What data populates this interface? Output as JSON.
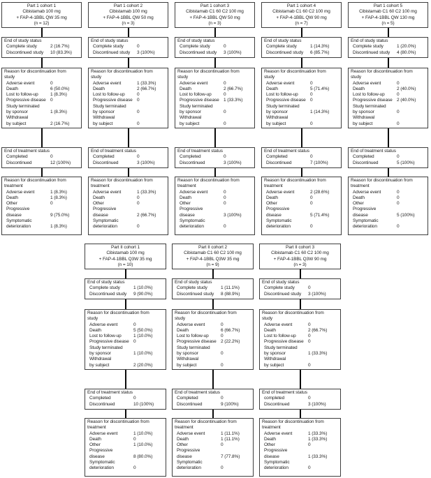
{
  "diagram": {
    "part1": {
      "cohorts": [
        {
          "header": [
            "Part 1 cohort 1",
            "Cibistamab 100 mg",
            "+ FAP-4-1BBL QW 35 mg",
            "(n = 12)"
          ],
          "end_of_study": {
            "title": "End of study status",
            "rows": [
              [
                "Complete study",
                "2 (16.7%)"
              ],
              [
                "Discontinued study",
                "10 (83.3%)"
              ]
            ]
          },
          "reason_study": {
            "title": "Reason for discontinuation from\nstudy",
            "rows": [
              [
                "Adverse event",
                "0"
              ],
              [
                "Death",
                "6 (50.0%)"
              ],
              [
                "Lost to follow-up",
                "1 (8.3%)"
              ],
              [
                "Progressive disease",
                "0"
              ],
              [
                "Study terminated",
                ""
              ],
              [
                "by sponsor",
                "1 (8.3%)"
              ],
              [
                "Withdrawal",
                ""
              ],
              [
                "by subject",
                "2 (16.7%)"
              ]
            ]
          },
          "end_of_treatment": {
            "title": "End of treatment status",
            "rows": [
              [
                "Completed",
                "0"
              ],
              [
                "Discontinued",
                "12 (100%)"
              ]
            ]
          },
          "reason_treatment": {
            "title": "Reason for discontinuation from\ntreatment",
            "rows": [
              [
                "Adverse event",
                "1 (8.3%)"
              ],
              [
                "Death",
                "1 (8.3%)"
              ],
              [
                "Other",
                "0"
              ],
              [
                "Progressive",
                ""
              ],
              [
                "disease",
                "9 (75.0%)"
              ],
              [
                "Symptomatic",
                ""
              ],
              [
                "deterioration",
                "1 (8.3%)"
              ]
            ]
          }
        },
        {
          "header": [
            "Part 1 cohort 2",
            "Cibistamab 100 mg",
            "+ FAP-4-1BBL QW 50 mg",
            "(n = 3)"
          ],
          "end_of_study": {
            "title": "End of study status",
            "rows": [
              [
                "Complete study",
                "0"
              ],
              [
                "Discontinued study",
                "3 (100%)"
              ]
            ]
          },
          "reason_study": {
            "title": "Reason for discontinuation from\nstudy",
            "rows": [
              [
                "Adverse event",
                "1 (33.3%)"
              ],
              [
                "Death",
                "2 (66.7%)"
              ],
              [
                "Lost to follow-up",
                "0"
              ],
              [
                "Progressive disease",
                "0"
              ],
              [
                "Study terminated",
                ""
              ],
              [
                "by sponsor",
                "0"
              ],
              [
                "Withdrawal",
                ""
              ],
              [
                "by subject",
                "0"
              ]
            ]
          },
          "end_of_treatment": {
            "title": "End of treatment status",
            "rows": [
              [
                "Completed",
                "0"
              ],
              [
                "Discontinued",
                "3 (100%)"
              ]
            ]
          },
          "reason_treatment": {
            "title": "Reason for discontinuation from\ntreatment",
            "rows": [
              [
                "Adverse event",
                "1 (33.3%)"
              ],
              [
                "Death",
                "0"
              ],
              [
                "Other",
                "0"
              ],
              [
                "Progressive",
                ""
              ],
              [
                "disease",
                "2 (66.7%)"
              ],
              [
                "Symptomatic",
                ""
              ],
              [
                "deterioration",
                "0"
              ]
            ]
          }
        },
        {
          "header": [
            "Part 1 cohort 3",
            "Cibistamab C1 60 C2 100 mg",
            "+ FAP-4-1BBL QW 50 mg",
            "(n = 3)"
          ],
          "end_of_study": {
            "title": "End of study status",
            "rows": [
              [
                "Complete study",
                "0"
              ],
              [
                "Discontinued study",
                "3 (100%)"
              ]
            ]
          },
          "reason_study": {
            "title": "Reason for discontinuation from\nstudy",
            "rows": [
              [
                "Adverse event",
                "0"
              ],
              [
                "Death",
                "2 (66.7%)"
              ],
              [
                "Lost to follow-up",
                "0"
              ],
              [
                "Progressive disease",
                "1 (33.3%)"
              ],
              [
                "Study terminated",
                ""
              ],
              [
                "by sponsor",
                "0"
              ],
              [
                "Withdrawal",
                ""
              ],
              [
                "by subject",
                "0"
              ]
            ]
          },
          "end_of_treatment": {
            "title": "End of treatment status",
            "rows": [
              [
                "Completed",
                "0"
              ],
              [
                "Discontinued",
                "3 (100%)"
              ]
            ]
          },
          "reason_treatment": {
            "title": "Reason for discontinuation from\ntreatment",
            "rows": [
              [
                "Adverse event",
                "0"
              ],
              [
                "Death",
                "0"
              ],
              [
                "Other",
                "0"
              ],
              [
                "Progressive",
                ""
              ],
              [
                "disease",
                "3 (100%)"
              ],
              [
                "Symptomatic",
                ""
              ],
              [
                "deterioration",
                "0"
              ]
            ]
          }
        },
        {
          "header": [
            "Part 1 cohort 4",
            "Cibistamab C1 60 C2 100 mg",
            "+ FAP-4-1BBL QW 90 mg",
            "(n = 7)"
          ],
          "end_of_study": {
            "title": "End of study status",
            "rows": [
              [
                "Complete study",
                "1 (14.3%)"
              ],
              [
                "Discontinued study",
                "6 (85.7%)"
              ]
            ]
          },
          "reason_study": {
            "title": "Reason for discontinuation from\nstudy",
            "rows": [
              [
                "Adverse event",
                "0"
              ],
              [
                "Death",
                "5 (71.4%)"
              ],
              [
                "Lost to follow-up",
                "0"
              ],
              [
                "Progressive disease",
                "0"
              ],
              [
                "Study terminated",
                ""
              ],
              [
                "by sponsor",
                "1 (14.3%)"
              ],
              [
                "Withdrawal",
                ""
              ],
              [
                "by subject",
                "0"
              ]
            ]
          },
          "end_of_treatment": {
            "title": "End of treatment status",
            "rows": [
              [
                "Completed",
                "0"
              ],
              [
                "Discontinued",
                "7 (100%)"
              ]
            ]
          },
          "reason_treatment": {
            "title": "Reason for discontinuation from\ntreatment",
            "rows": [
              [
                "Adverse event",
                "2 (28.6%)"
              ],
              [
                "Death",
                "0"
              ],
              [
                "Other",
                "0"
              ],
              [
                "Progressive",
                ""
              ],
              [
                "disease",
                "5 (71.4%)"
              ],
              [
                "Symptomatic",
                ""
              ],
              [
                "deterioration",
                "0"
              ]
            ]
          }
        },
        {
          "header": [
            "Part 1 cohort 5",
            "Cibistamab C1 60 C2 100 mg",
            "+ FAP-4-1BBL QW 130 mg",
            "(n = 5)"
          ],
          "end_of_study": {
            "title": "End of study status",
            "rows": [
              [
                "Complete study",
                "1 (20.0%)"
              ],
              [
                "Discontinued study",
                "4 (80.0%)"
              ]
            ]
          },
          "reason_study": {
            "title": "Reason for discontinuation from\nstudy",
            "rows": [
              [
                "Adverse event",
                "0"
              ],
              [
                "Death",
                "2 (40.0%)"
              ],
              [
                "Lost to follow-up",
                "0"
              ],
              [
                "Progressive disease",
                "2 (40.0%)"
              ],
              [
                "Study terminated",
                ""
              ],
              [
                "by sponsor",
                "0"
              ],
              [
                "Withdrawal",
                ""
              ],
              [
                "by subject",
                "0"
              ]
            ]
          },
          "end_of_treatment": {
            "title": "End of treatment status",
            "rows": [
              [
                "Completed",
                "0"
              ],
              [
                "Discontinued",
                "5 (100%)"
              ]
            ]
          },
          "reason_treatment": {
            "title": "Reason for discontinuation from\ntreatment",
            "rows": [
              [
                "Adverse event",
                "0"
              ],
              [
                "Death",
                "0"
              ],
              [
                "Other",
                "0"
              ],
              [
                "Progressive",
                ""
              ],
              [
                "disease",
                "5 (100%)"
              ],
              [
                "Symptomatic",
                ""
              ],
              [
                "deterioration",
                "0"
              ]
            ]
          }
        }
      ]
    },
    "part2": {
      "cohorts": [
        {
          "header": [
            "Part II cohort 1",
            "Cibistamab 100 mg",
            "+ FAP-4-1BBL Q3W 35 mg",
            "(n = 10)"
          ],
          "end_of_study": {
            "title": "End of study status",
            "rows": [
              [
                "Complete study",
                "1 (10.0%)"
              ],
              [
                "Discontinued study",
                "9 (90.0%)"
              ]
            ]
          },
          "reason_study": {
            "title": "Reason for discontinuation from\nstudy",
            "rows": [
              [
                "Adverse event",
                "0"
              ],
              [
                "Death",
                "5 (50.0%)"
              ],
              [
                "Lost to follow-up",
                "1 (10.0%)"
              ],
              [
                "Progressive disease",
                "0"
              ],
              [
                "Study terminated",
                ""
              ],
              [
                "by sponsor",
                "1 (10.0%)"
              ],
              [
                "Withdrawal",
                ""
              ],
              [
                "by subject",
                "2 (20.0%)"
              ]
            ]
          },
          "end_of_treatment": {
            "title": "End of treatment status",
            "rows": [
              [
                "Completed",
                "0"
              ],
              [
                "Discontinued",
                "10 (100%)"
              ]
            ]
          },
          "reason_treatment": {
            "title": "Reason for discontinuation from\ntreatment",
            "rows": [
              [
                "Adverse event",
                "1 (10.0%)"
              ],
              [
                "Death",
                "0"
              ],
              [
                "Other",
                "1 (10.0%)"
              ],
              [
                "Progressive",
                ""
              ],
              [
                "disease",
                "8 (80.0%)"
              ],
              [
                "Symptomatic",
                ""
              ],
              [
                "deterioration",
                "0"
              ]
            ]
          }
        },
        {
          "header": [
            "Part II cohort 2",
            "Cibistamab C1 60 C2 100 mg",
            "+ FAP-4-1BBL Q3W 35 mg",
            "(n = 9)"
          ],
          "end_of_study": {
            "title": "End of study status",
            "rows": [
              [
                "Complete study",
                "1 (11.1%)"
              ],
              [
                "Discontinued study",
                "8 (88.9%)"
              ]
            ]
          },
          "reason_study": {
            "title": "Reason for discontinuation from\nstudy",
            "rows": [
              [
                "Adverse event",
                "0"
              ],
              [
                "Death",
                "6 (66.7%)"
              ],
              [
                "Lost to follow-up",
                "0"
              ],
              [
                "Progressive disease",
                "2 (22.2%)"
              ],
              [
                "Study terminated",
                ""
              ],
              [
                "by sponsor",
                "0"
              ],
              [
                "Withdrawal",
                ""
              ],
              [
                "by subject",
                "0"
              ]
            ]
          },
          "end_of_treatment": {
            "title": "End of treatment status",
            "rows": [
              [
                "Completed",
                "0"
              ],
              [
                "Discontinued",
                "9 (100%)"
              ]
            ]
          },
          "reason_treatment": {
            "title": "Reason for discontinuation from\ntreatment",
            "rows": [
              [
                "Adverse event",
                "1 (11.1%)"
              ],
              [
                "Death",
                "1 (11.1%)"
              ],
              [
                "Other",
                "0"
              ],
              [
                "Progressive",
                ""
              ],
              [
                "disease",
                "7 (77.8%)"
              ],
              [
                "Symptomatic",
                ""
              ],
              [
                "deterioration",
                "0"
              ]
            ]
          }
        },
        {
          "header": [
            "Part II cohort 3",
            "Cibistamab C1 60 C2 100 mg",
            "+ FAP-4-1BBL Q3W 90 mg",
            "(n = 3)"
          ],
          "end_of_study": {
            "title": "End of study status",
            "rows": [
              [
                "Complete study",
                "0"
              ],
              [
                "Discontinued study",
                "3 (100%)"
              ]
            ]
          },
          "reason_study": {
            "title": "Reason for discontinuation from\nstudy",
            "rows": [
              [
                "Adverse event",
                "0"
              ],
              [
                "Death",
                "2 (66.7%)"
              ],
              [
                "Lost to follow-up",
                "0"
              ],
              [
                "Progressive disease",
                "0"
              ],
              [
                "Study terminated",
                ""
              ],
              [
                "by sponsor",
                "1 (33.3%)"
              ],
              [
                "Withdrawal",
                ""
              ],
              [
                "by subject",
                "0"
              ]
            ]
          },
          "end_of_treatment": {
            "title": "End of treatment status",
            "rows": [
              [
                "completed",
                "0"
              ],
              [
                "Discontinued",
                "3 (100%)"
              ]
            ]
          },
          "reason_treatment": {
            "title": "Reason for discontinuation from\ntreatment",
            "rows": [
              [
                "Adverse event",
                "1 (33.3%)"
              ],
              [
                "Death",
                "1 (33.3%)"
              ],
              [
                "Other",
                "0"
              ],
              [
                "Progressive",
                ""
              ],
              [
                "disease",
                "1 (33.3%)"
              ],
              [
                "Symptomatic",
                ""
              ],
              [
                "deterioration",
                "0"
              ]
            ]
          }
        }
      ]
    }
  }
}
